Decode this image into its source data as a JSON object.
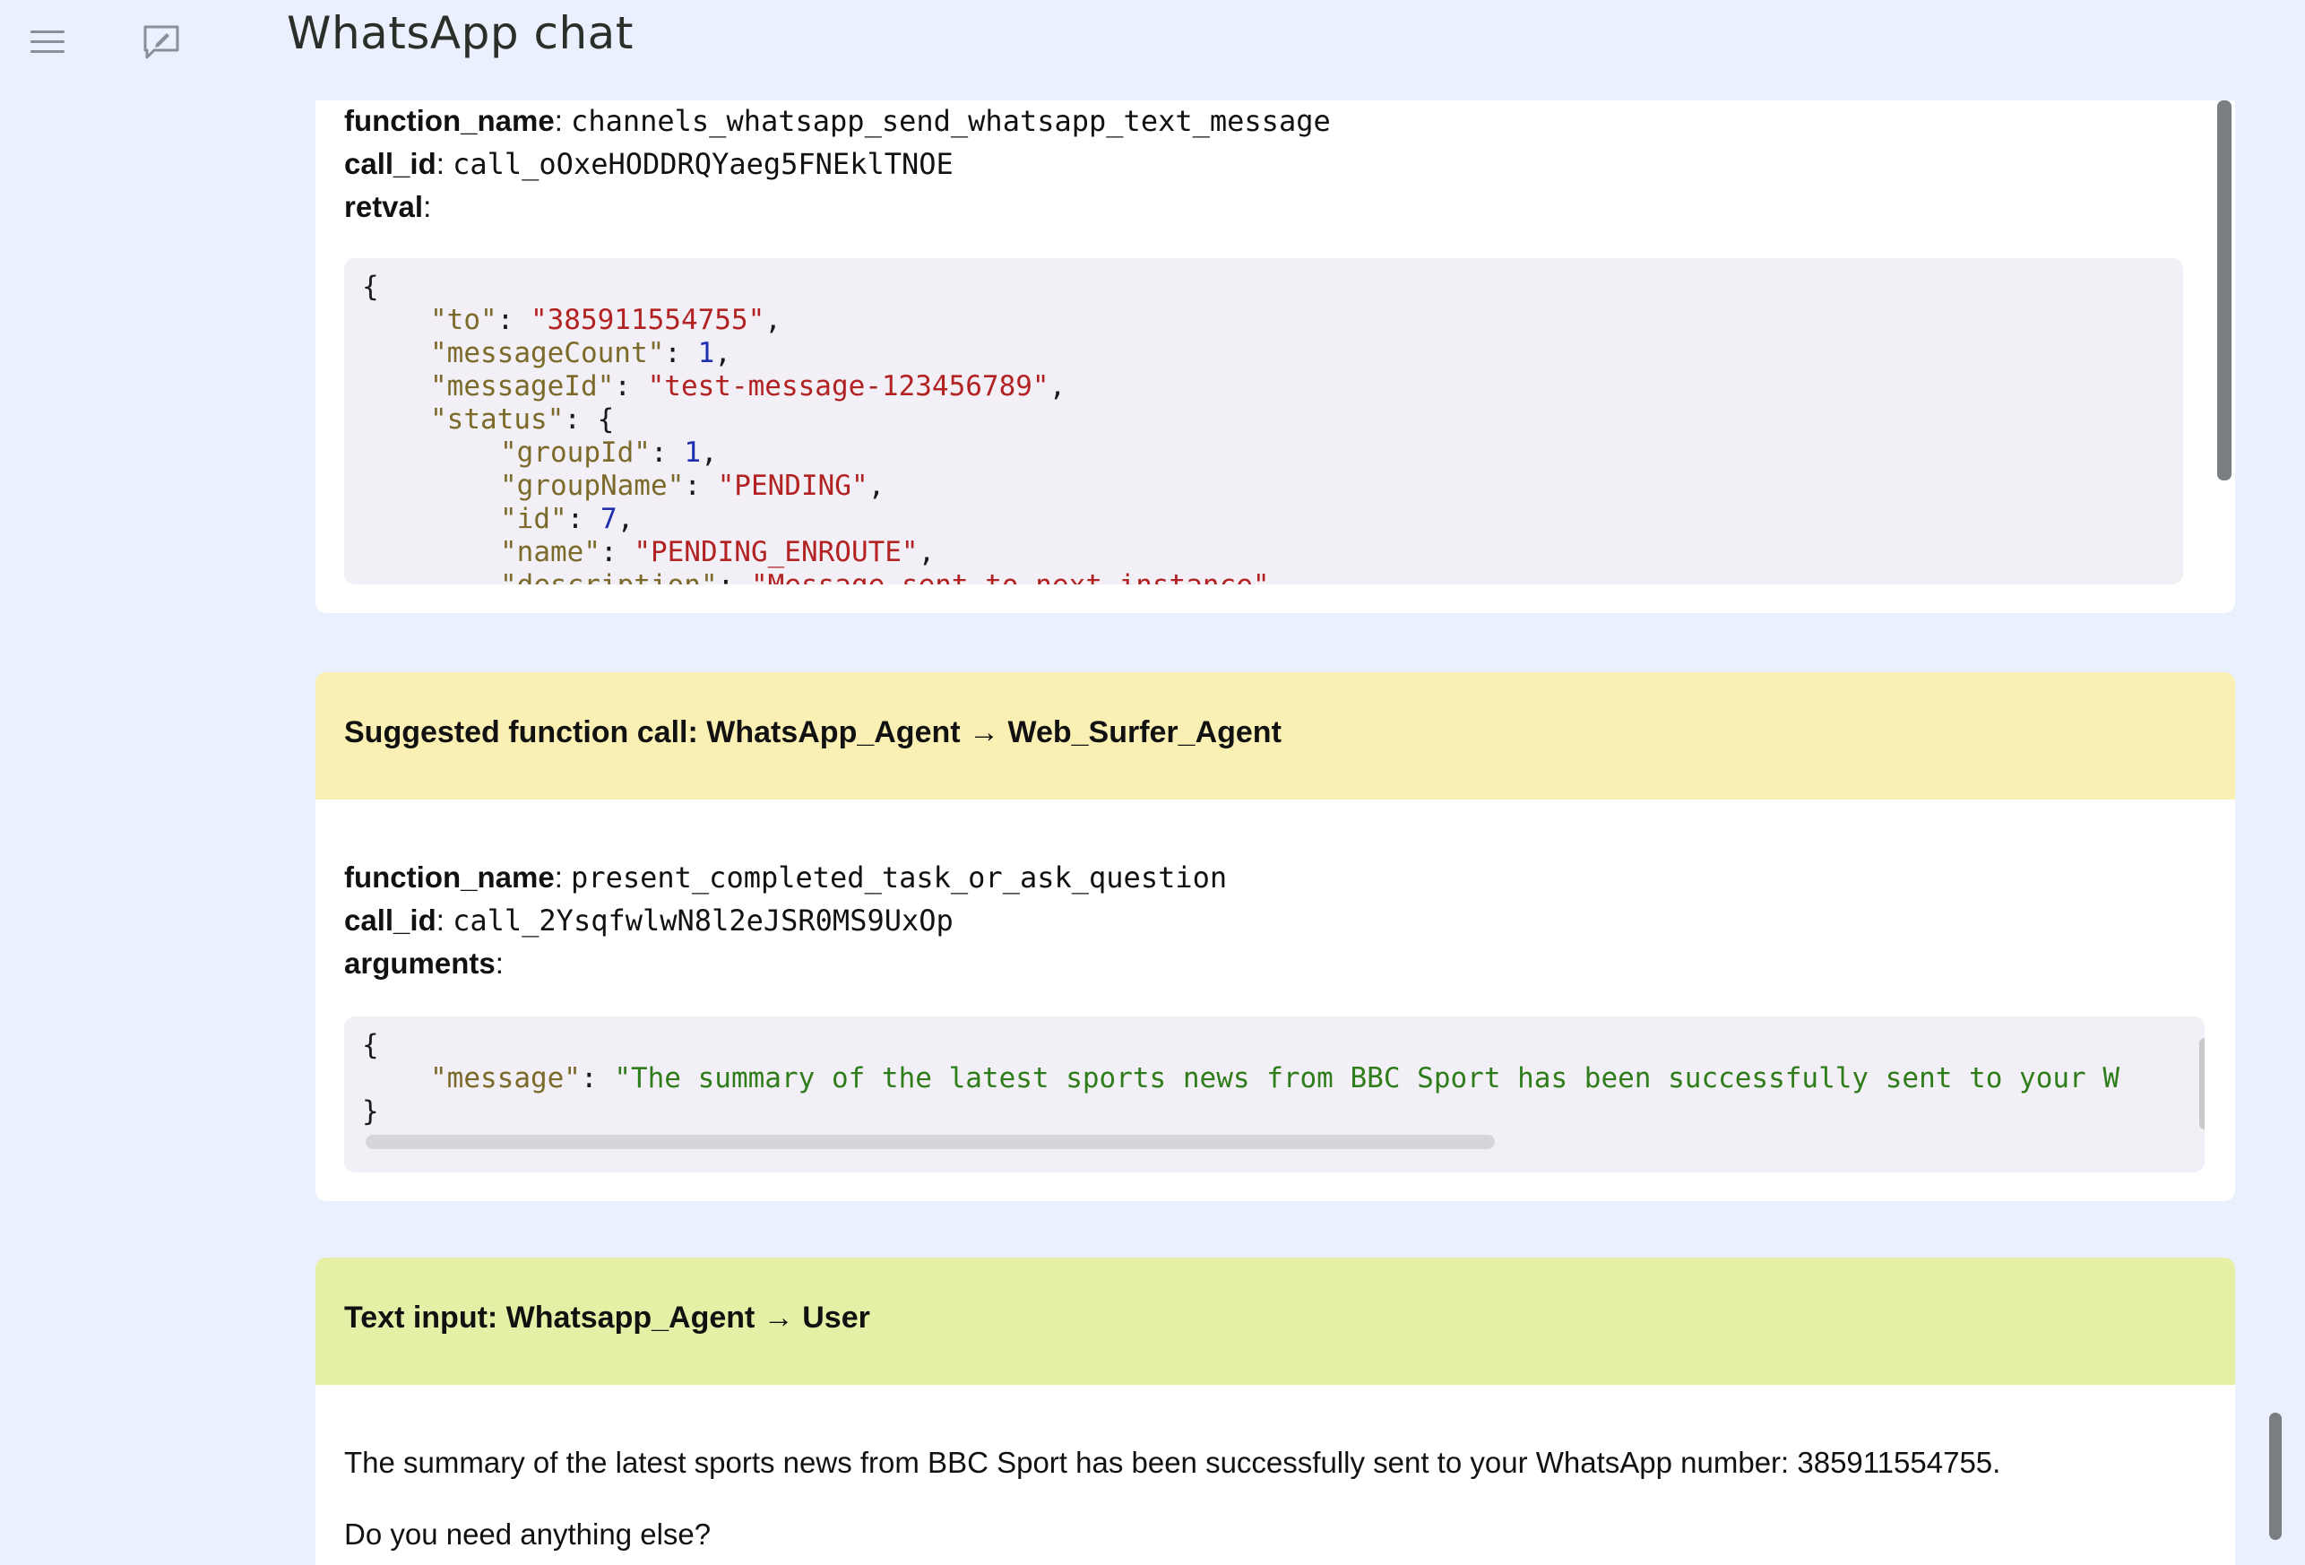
{
  "app": {
    "title": "WhatsApp chat"
  },
  "card1": {
    "function_name_key": "function_name",
    "function_name_value": "channels_whatsapp_send_whatsapp_text_message",
    "call_id_key": "call_id",
    "call_id_value": "call_oOxeHODDRQYaeg5FNEklTNOE",
    "retval_key": "retval",
    "code_lines": [
      "{",
      "\"to\": \"385911554755\",",
      "\"messageCount\": 1,",
      "\"messageId\": \"test-message-123456789\",",
      "\"status\": {",
      "\"groupId\": 1,",
      "\"groupName\": \"PENDING\",",
      "\"id\": 7,",
      "\"name\": \"PENDING_ENROUTE\",",
      "\"description\": \"Message sent to next instance\""
    ]
  },
  "card2": {
    "header": "Suggested function call: WhatsApp_Agent → Web_Surfer_Agent",
    "function_name_key": "function_name",
    "function_name_value": "present_completed_task_or_ask_question",
    "call_id_key": "call_id",
    "call_id_value": "call_2YsqfwlwN8l2eJSR0MS9UxOp",
    "arguments_key": "arguments",
    "code_lines": [
      "{",
      "\"message\": \"The summary of the latest sports news from BBC Sport has been successfully sent to your W",
      "}"
    ]
  },
  "card3": {
    "header": "Text input: Whatsapp_Agent → User",
    "line1": "The summary of the latest sports news from BBC Sport has been successfully sent to your WhatsApp number: 385911554755.",
    "line2": "Do you need anything else?"
  },
  "icons": {
    "menu": "hamburger-menu-icon",
    "compose": "edit-chat-icon"
  }
}
